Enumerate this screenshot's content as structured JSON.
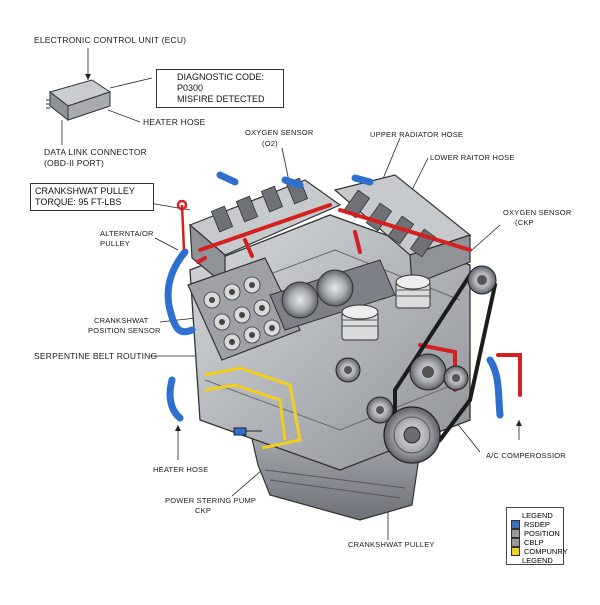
{
  "labels": {
    "ecu": "ELECTRONIC CONTROL UNIT (ECU)",
    "diag_line1": "DIAGNOSTIC CODE: P0300",
    "diag_line2": "MISFIRE DETECTED",
    "heater_hose_top": "HEATER HOSE",
    "dlc_line1": "DATA LINK CONNECTOR",
    "dlc_line2": "(OBD-II PORT)",
    "oxygen_sensor_left_line1": "OXYGEN SENSOR",
    "oxygen_sensor_left_line2": "(O2)",
    "upper_radiator_hose": "UPPER RADIATOR HOSE",
    "lower_radiator_hose": "LOWER RAITOR HOSE",
    "crank_pulley_torque_line1": "CRANKSHWAT PULLEY",
    "crank_pulley_torque_line2": "TORQUE: 95 FT-LBS",
    "oxygen_sensor_right_line1": "OXYGEN SENSOR",
    "oxygen_sensor_right_line2": "(CKP",
    "alternator_line1": "ALTERNTA/OR",
    "alternator_line2": "PULLEY",
    "crank_position_line1": "CRANKSHWAT",
    "crank_position_line2": "POSITION SENSOR",
    "serpentine": "SERPENTINE BELT ROUTING",
    "heater_hose_bottom": "HEATER HOSE",
    "ac_compressor": "A/C COMPEROSSIOR",
    "power_steering_line1": "POWER STERING PUMP",
    "power_steering_line2": "CKP",
    "crankshaft_pulley_bottom": "CRANKSHWAT PULLEY"
  },
  "legend": {
    "title": "LEGEND",
    "items": [
      {
        "label": "RSDEP",
        "color": "#3a6fc4"
      },
      {
        "label": "POSITION",
        "color": "#9a9a9a"
      },
      {
        "label": "CBLP",
        "color": "#9a9a9a"
      },
      {
        "label": "COMPUNRY",
        "color": "#f0d020"
      },
      {
        "label": "LEGEND",
        "color": ""
      }
    ]
  },
  "colors": {
    "coolant_hose": "#2f6fd0",
    "red_pipe": "#d42020",
    "yellow_wire": "#f2cf1c",
    "engine_metal": "#b9bcc0",
    "belt": "#1c1c1c"
  },
  "icons": {
    "warning": "warning-icon"
  }
}
